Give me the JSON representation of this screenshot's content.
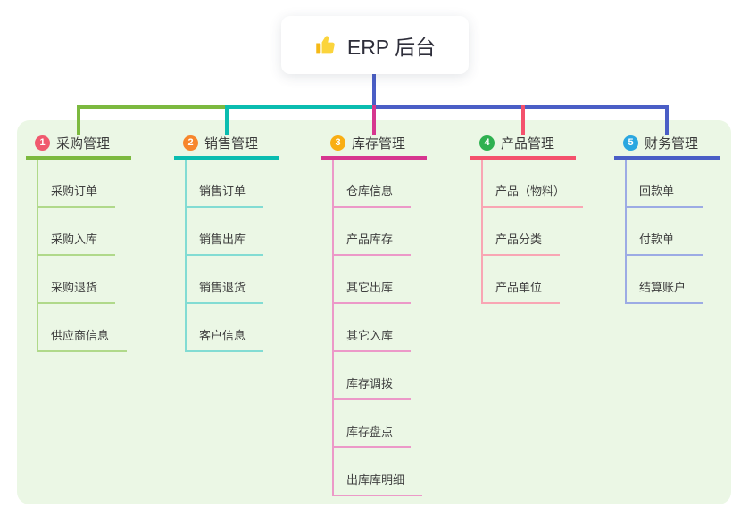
{
  "root": {
    "label": "ERP 后台",
    "icon": "thumbs-up-icon"
  },
  "colors": {
    "panel_bg": "#ebf7e5",
    "root_line": "#4a5ec6",
    "card_bg": "#ffffff",
    "root_text": "#2e2e3a",
    "title_text": "#3b3b3b",
    "child_text": "#404040",
    "thumb_main": "#fbd43c",
    "thumb_cuff": "#f5b916"
  },
  "branches": [
    {
      "badge": "1",
      "badge_color": "#f0596e",
      "color": "#7cb93f",
      "light_color": "#b0d98a",
      "label": "采购管理",
      "children": [
        "采购订单",
        "采购入库",
        "采购退货",
        "供应商信息"
      ]
    },
    {
      "badge": "2",
      "badge_color": "#f7862c",
      "color": "#0abdb0",
      "light_color": "#82dcd3",
      "label": "销售管理",
      "children": [
        "销售订单",
        "销售出库",
        "销售退货",
        "客户信息"
      ]
    },
    {
      "badge": "3",
      "badge_color": "#f9ae13",
      "color": "#d6368f",
      "light_color": "#ec99c8",
      "label": "库存管理",
      "children": [
        "仓库信息",
        "产品库存",
        "其它出库",
        "其它入库",
        "库存调拨",
        "库存盘点",
        "出库库明细"
      ]
    },
    {
      "badge": "4",
      "badge_color": "#2eb150",
      "color": "#f4516c",
      "light_color": "#f9a6b4",
      "label": "产品管理",
      "children": [
        "产品（物料）",
        "产品分类",
        "产品单位"
      ]
    },
    {
      "badge": "5",
      "badge_color": "#2aa7e0",
      "color": "#4a5ec6",
      "light_color": "#9cabe4",
      "label": "财务管理",
      "children": [
        "回款单",
        "付款单",
        "结算账户"
      ]
    }
  ]
}
